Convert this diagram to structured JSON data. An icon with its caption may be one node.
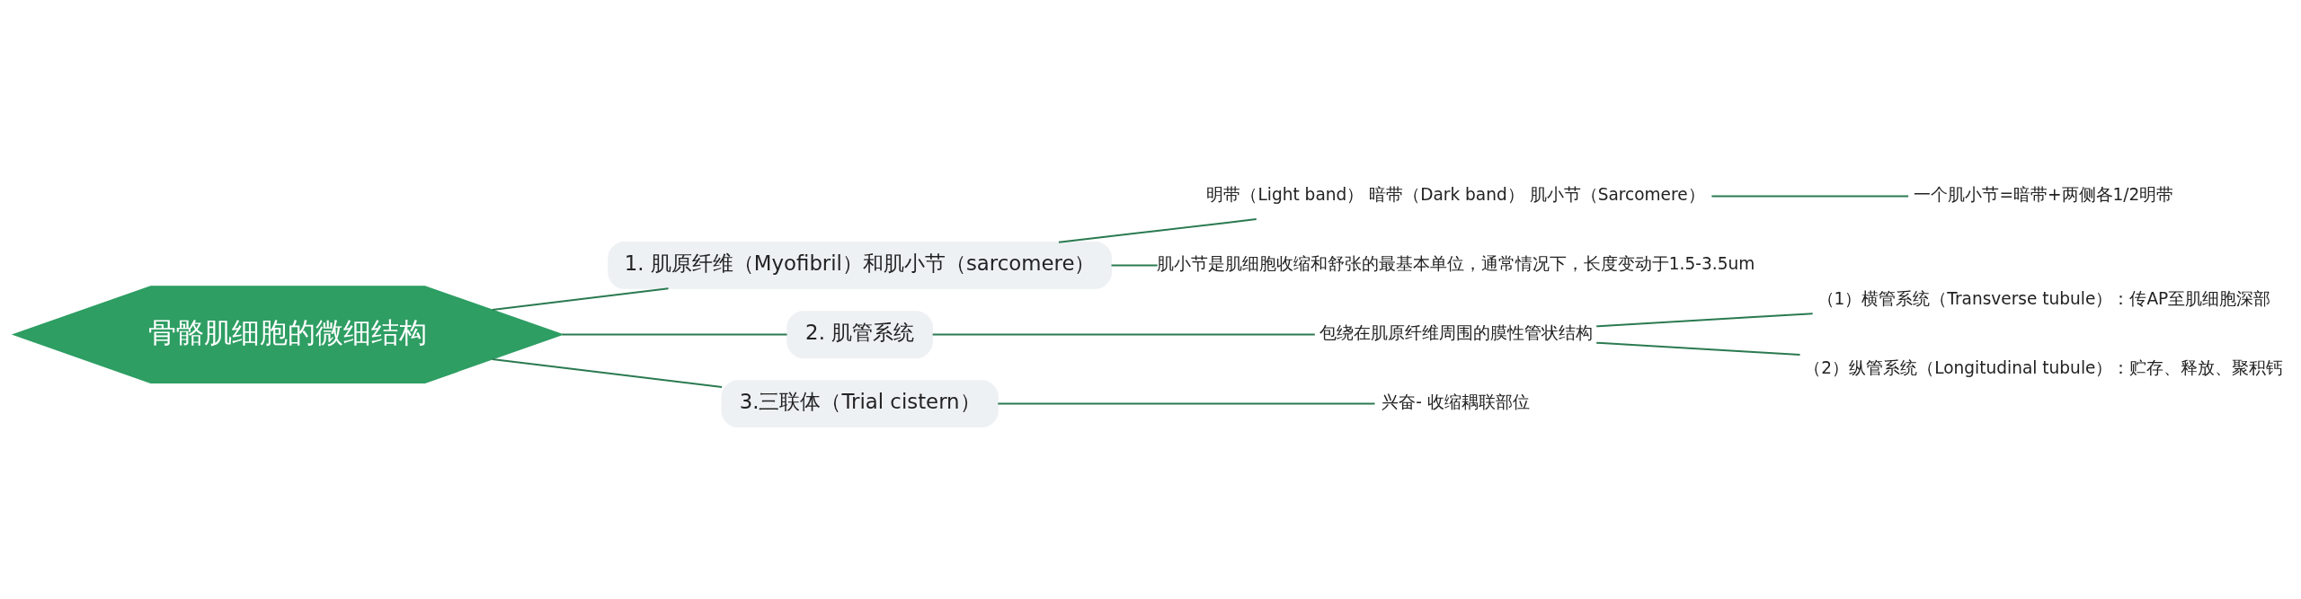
{
  "diagram": {
    "nodes": [
      {
        "text": [
          "骨骼肌细胞的微细结构"
        ]
      },
      {
        "text": [
          "1. 肌原纤维（Myofibril）和肌小节（sarcomere）"
        ]
      },
      {
        "text": [
          "明带（Light band） 暗带（Dark band） 肌小节（Sarcomere）"
        ]
      },
      {
        "text": [
          "一个肌小节=暗带+两侧各1/2明带"
        ]
      },
      {
        "text": [
          "肌小节是肌细胞收缩和舒张的最基本单位，通常情况下，长度变动于1.5-3.5um"
        ]
      },
      {
        "text": [
          "2. 肌管系统"
        ]
      },
      {
        "text": [
          "包绕在肌原纤维周围的膜性管状结构"
        ]
      },
      {
        "text": [
          "（1）横管系统（Transverse tubule）：传AP至肌细胞深部"
        ]
      },
      {
        "text": [
          "（2）纵管系统（Longitudinal tubule）：贮存、释放、聚积钙"
        ]
      },
      {
        "text": [
          "3.三联体（Trial cistern）"
        ]
      },
      {
        "text": [
          "兴奋- 收缩耦联部位"
        ]
      }
    ],
    "edges": [
      {
        "from": 0,
        "to": 1,
        "arrow": "none"
      },
      {
        "from": 1,
        "to": 2,
        "arrow": "none"
      },
      {
        "from": 2,
        "to": 3,
        "arrow": "none"
      },
      {
        "from": 1,
        "to": 4,
        "arrow": "none"
      },
      {
        "from": 0,
        "to": 5,
        "arrow": "none"
      },
      {
        "from": 5,
        "to": 6,
        "arrow": "none"
      },
      {
        "from": 6,
        "to": 7,
        "arrow": "none"
      },
      {
        "from": 6,
        "to": 8,
        "arrow": "none"
      },
      {
        "from": 0,
        "to": 9,
        "arrow": "none"
      },
      {
        "from": 9,
        "to": 10,
        "arrow": "none"
      }
    ]
  }
}
